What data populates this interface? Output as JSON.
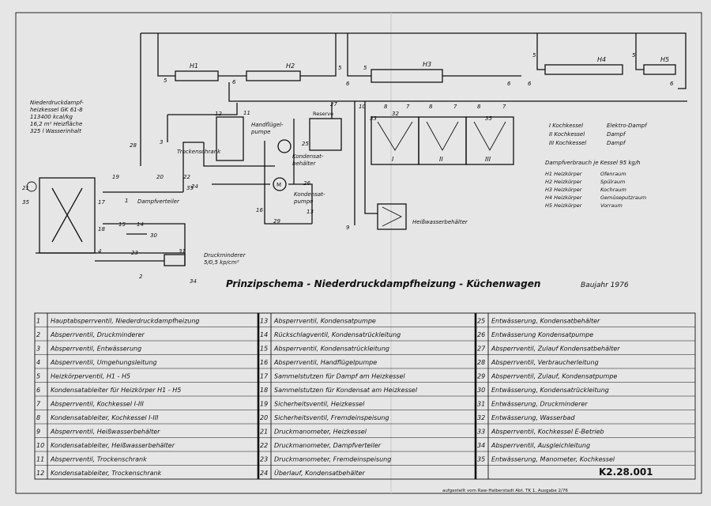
{
  "title": "Prinzipschema - Niederdruckdampfheizung - Küchenwagen",
  "year": "Baujahr 1976",
  "drawing_number": "K2.28.001",
  "footer": "aufgestellt vom Raw-Halberstadt Abt. TK 1. Ausgabe 2/76",
  "boiler_info": [
    "Niederdruckdampf-",
    "heizkessel GK 61-8",
    "113400 kcal/kg",
    "16,2 m² Heizfläche",
    "325 l Wasserinhalt"
  ],
  "labels": {
    "dampfverteiler": "Dampfverteiler",
    "trockenschrank": "Trockenschrank",
    "handfluegelpumpe": [
      "Handflügel-",
      "pumpe"
    ],
    "kondensatbehaelter": [
      "Kondensat-",
      "behälter"
    ],
    "kondensatpumpe": [
      "Kondensat-",
      "pumpe"
    ],
    "heisswasserbehaelter": "Heißwasserbehälter",
    "druckminderer": [
      "Druckminderer",
      "5/0,5 kp/cm²"
    ],
    "reserve": "Reserve",
    "heaters": [
      "H1",
      "H2",
      "H3",
      "H4",
      "H5"
    ],
    "kessel_roman": [
      "I",
      "II",
      "III"
    ]
  },
  "kessel_legend": [
    {
      "code": "I Kochkessel",
      "type": "Elektro-Dampf"
    },
    {
      "code": "II Kochkessel",
      "type": "Dampf"
    },
    {
      "code": "III Kochkessel",
      "type": "Dampf"
    }
  ],
  "dampfverbrauch": {
    "title": "Dampfverbrauch je Kessel 95 kg/h",
    "rows": [
      {
        "h": "H1 Heizkörper",
        "room": "Ofenraum"
      },
      {
        "h": "H2 Heizkörper",
        "room": "Spülraum"
      },
      {
        "h": "H3 Heizkörper",
        "room": "Kochraum"
      },
      {
        "h": "H4 Heizkörper",
        "room": "Gemüseputzraum"
      },
      {
        "h": "H5 Heizkörper",
        "room": "Vorraum"
      }
    ]
  },
  "legend": [
    {
      "n": "1",
      "t": "Hauptabsperrventil, Niederdruckdampfheizung"
    },
    {
      "n": "2",
      "t": "Absperrventil, Druckminderer"
    },
    {
      "n": "3",
      "t": "Absperrventil, Entwässerung"
    },
    {
      "n": "4",
      "t": "Absperrventil, Umgehungsleitung"
    },
    {
      "n": "5",
      "t": "Heizkörperventil, H1 - H5"
    },
    {
      "n": "6",
      "t": "Kondensatableiter für Heizkörper H1 - H5"
    },
    {
      "n": "7",
      "t": "Absperrventil, Kochkessel I-III"
    },
    {
      "n": "8",
      "t": "Kondensatableiter, Kochkessel I-III"
    },
    {
      "n": "9",
      "t": "Absperrventil, Heißwasserbehälter"
    },
    {
      "n": "10",
      "t": "Kondensatableiter, Heißwasserbehälter"
    },
    {
      "n": "11",
      "t": "Absperrventil, Trockenschrank"
    },
    {
      "n": "12",
      "t": "Kondensatableiter, Trockenschrank"
    },
    {
      "n": "13",
      "t": "Absperrventil, Kondensatpumpe"
    },
    {
      "n": "14",
      "t": "Rückschlagventil, Kondensatrückleitung"
    },
    {
      "n": "15",
      "t": "Absperrventil, Kondensatrückleitung"
    },
    {
      "n": "16",
      "t": "Absperrventil, Handflügelpumpe"
    },
    {
      "n": "17",
      "t": "Sammelstutzen für Dampf am Heizkessel"
    },
    {
      "n": "18",
      "t": "Sammelstutzen für Kondensat am Heizkessel"
    },
    {
      "n": "19",
      "t": "Sicherheitsventil, Heizkessel"
    },
    {
      "n": "20",
      "t": "Sicherheitsventil, Fremdeinspeisung"
    },
    {
      "n": "21",
      "t": "Druckmanometer, Heizkessel"
    },
    {
      "n": "22",
      "t": "Druckmanometer, Dampfverteiler"
    },
    {
      "n": "23",
      "t": "Druckmanometer, Fremdeinspeisung"
    },
    {
      "n": "24",
      "t": "Überlauf, Kondensatbehälter"
    },
    {
      "n": "25",
      "t": "Entwässerung, Kondensatbehälter"
    },
    {
      "n": "26",
      "t": "Entwässerung Kondensatpumpe"
    },
    {
      "n": "27",
      "t": "Absperrventil, Zulauf Kondensatbehälter"
    },
    {
      "n": "28",
      "t": "Absperrventil, Verbraucherleitung"
    },
    {
      "n": "29",
      "t": "Absperrventil, Zulauf, Kondensatpumpe"
    },
    {
      "n": "30",
      "t": "Entwässerung, Kondensatrückleitung"
    },
    {
      "n": "31",
      "t": "Entwässerung, Druckminderer"
    },
    {
      "n": "32",
      "t": "Entwässerung, Wasserbad"
    },
    {
      "n": "33",
      "t": "Absperrventil, Kochkessel E-Betrieb"
    },
    {
      "n": "34",
      "t": "Absperrventil, Ausgleichleitung"
    },
    {
      "n": "35",
      "t": "Entwässerung, Manometer, Kochkessel"
    }
  ],
  "callouts": [
    "1",
    "2",
    "3",
    "4",
    "5",
    "5",
    "5",
    "5",
    "5",
    "6",
    "6",
    "6",
    "6",
    "6",
    "7",
    "7",
    "7",
    "8",
    "8",
    "8",
    "9",
    "10",
    "11",
    "12",
    "13",
    "14",
    "15",
    "16",
    "17",
    "18",
    "19",
    "20",
    "21",
    "22",
    "23",
    "24",
    "25",
    "26",
    "27",
    "28",
    "29",
    "30",
    "31",
    "32",
    "33",
    "34",
    "35",
    "35",
    "35"
  ]
}
